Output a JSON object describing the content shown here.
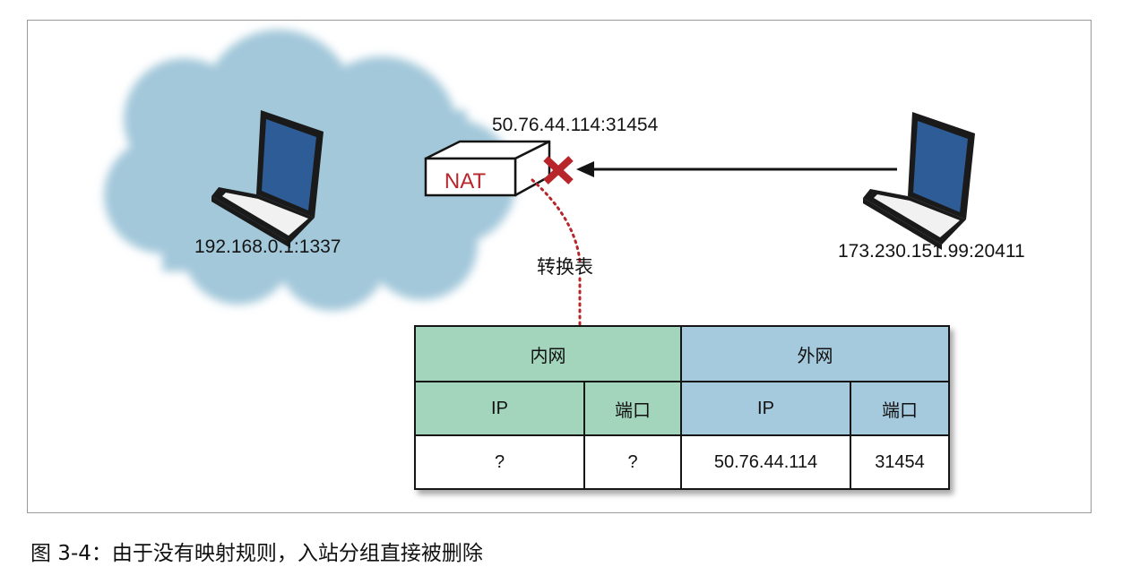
{
  "diagram": {
    "nat_label": "NAT",
    "nat_public_endpoint": "50.76.44.114:31454",
    "internal_host_endpoint": "192.168.0.1:1337",
    "external_host_endpoint": "173.230.151.99:20411",
    "translation_table_label": "转换表"
  },
  "table": {
    "inner_header": "内网",
    "outer_header": "外网",
    "ip_label": "IP",
    "port_label": "端口",
    "rows": [
      {
        "inner_ip": "?",
        "inner_port": "?",
        "outer_ip": "50.76.44.114",
        "outer_port": "31454"
      }
    ]
  },
  "caption": "图 3-4：由于没有映射规则，入站分组直接被删除",
  "colors": {
    "cloud": "#a3c8da",
    "inner": "#a3d5bd",
    "outer": "#a6cadd",
    "nat_text": "#b8262b",
    "blocked_x": "#b8262b",
    "laptop_screen": "#2e5c96"
  }
}
